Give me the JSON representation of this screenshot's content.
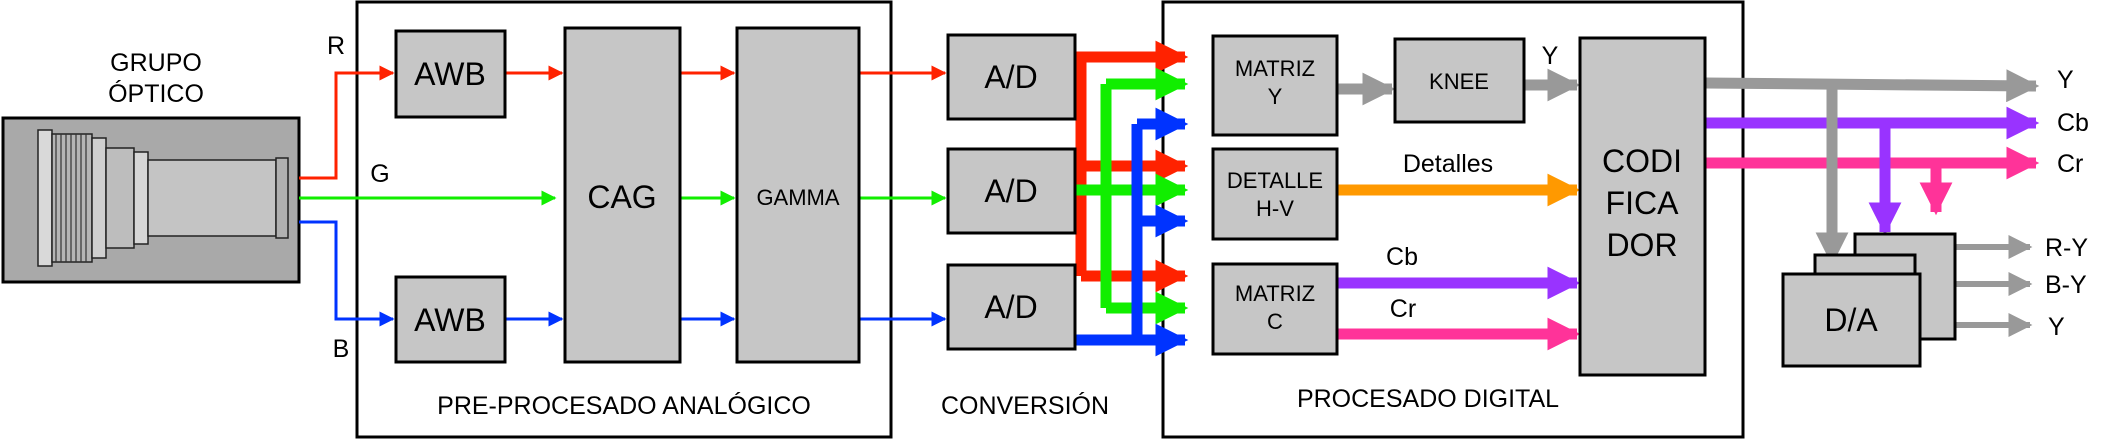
{
  "colors": {
    "r": "#ff2200",
    "g": "#11ee00",
    "b": "#0033ff",
    "gray": "#999999",
    "orange": "#ff9900",
    "purple": "#9933ff",
    "pink": "#ff3399",
    "block_fill": "#c6c6c6"
  },
  "sections": {
    "preprocess": "PRE-PROCESADO ANALÓGICO",
    "conversion": "CONVERSIÓN",
    "digital": "PROCESADO DIGITAL"
  },
  "optical_group": {
    "line1": "GRUPO",
    "line2": "ÓPTICO"
  },
  "channel_labels": {
    "r": "R",
    "g": "G",
    "b": "B"
  },
  "blocks": {
    "awb_r": "AWB",
    "awb_b": "AWB",
    "cag": "CAG",
    "gamma": "GAMMA",
    "ad_r": "A/D",
    "ad_g": "A/D",
    "ad_b": "A/D",
    "matriz_y": [
      "MATRIZ",
      "Y"
    ],
    "detalle": [
      "DETALLE",
      "H-V"
    ],
    "matriz_c": [
      "MATRIZ",
      "C"
    ],
    "knee": "KNEE",
    "codificador": [
      "CODI",
      "FICA",
      "DOR"
    ],
    "da": "D/A"
  },
  "signals": {
    "y_knee": "Y",
    "detalles": "Detalles",
    "cb_mid": "Cb",
    "cr_mid": "Cr",
    "out_y": "Y",
    "out_cb": "Cb",
    "out_cr": "Cr",
    "da_ry": "R-Y",
    "da_by": "B-Y",
    "da_y": "Y"
  }
}
